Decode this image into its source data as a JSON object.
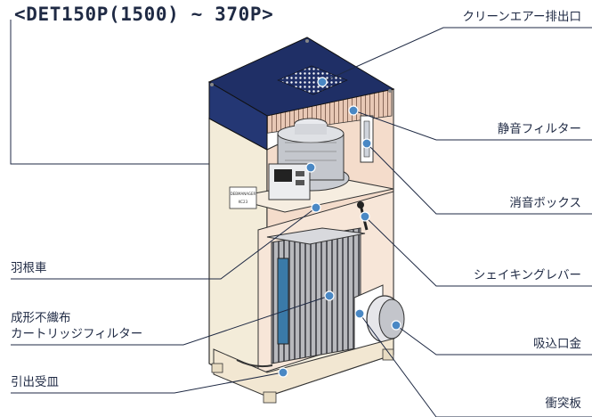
{
  "header": {
    "model_title": "<DET150P(1500) ~ 370P>"
  },
  "device": {
    "plate_text_1": "DEBMANAGER",
    "plate_text_2": "KC23"
  },
  "labels": {
    "clean_air_outlet": "クリーンエアー排出口",
    "silencer_filter": "静音フィルター",
    "silencer_box": "消音ボックス",
    "impeller": "羽根車",
    "shaking_lever": "シェイキングレバー",
    "cartridge_filter_line1": "成形不織布",
    "cartridge_filter_line2": "カートリッジフィルター",
    "suction_inlet": "吸込口金",
    "drawer_tray": "引出受皿",
    "baffle_plate": "衝突板"
  },
  "colors": {
    "leader_line": "#1f2a44",
    "marker": "#4a88c4",
    "cabinet": "#f5efdf",
    "roof": "#1f2f66",
    "interior": "#f4dccb"
  }
}
